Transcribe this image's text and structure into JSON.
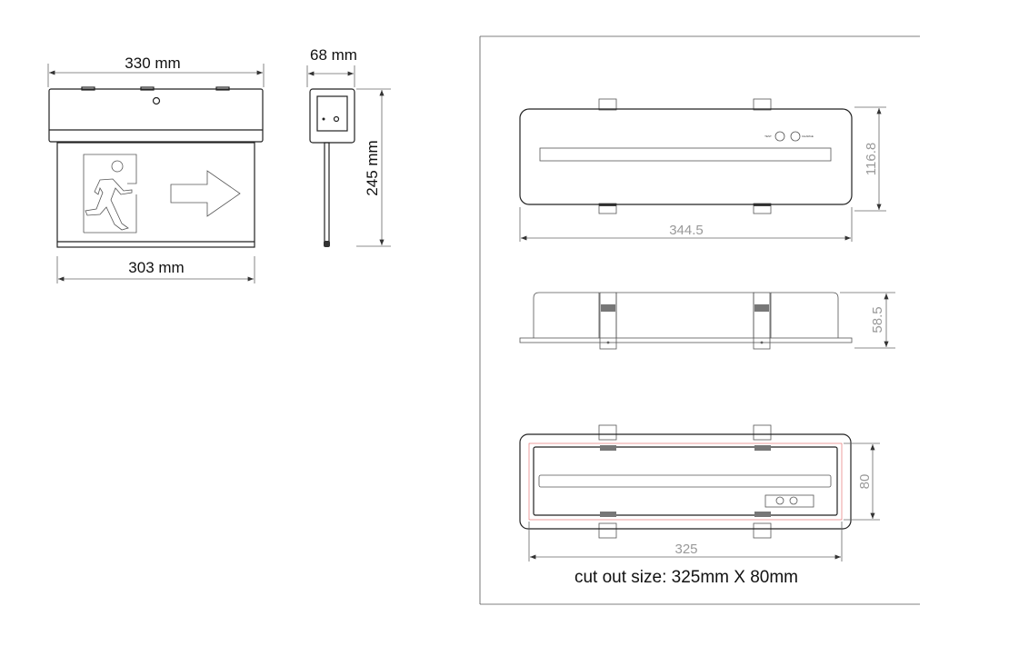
{
  "left_drawing": {
    "width_label": "330 mm",
    "bottom_width_label": "303 mm",
    "depth_label": "68 mm",
    "height_label": "245 mm"
  },
  "right_drawing": {
    "top_view": {
      "length_label": "344.5",
      "height_label": "116.8",
      "button_labels": [
        "TEST",
        "CHARGE"
      ]
    },
    "side_view": {
      "height_label": "58.5"
    },
    "bottom_view": {
      "length_label": "325",
      "height_label": "80"
    },
    "caption": "cut out size: 325mm X 80mm",
    "cutout_line_color": "#e06060"
  }
}
